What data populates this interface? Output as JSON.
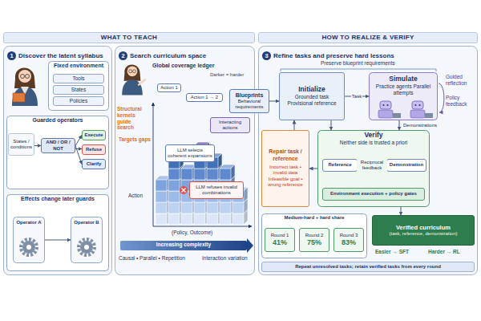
{
  "diagram": {
    "nodes": [
      {
        "text": [
          "WHAT TO TEACH"
        ]
      },
      {
        "text": [
          "HOW TO REALIZE & VERIFY"
        ]
      },
      {
        "text": [
          "1",
          "Discover the latent syllabus"
        ]
      },
      {
        "text": [
          "Fixed environment"
        ],
        "in": 2
      },
      {
        "text": [
          "Tools"
        ],
        "in": 3
      },
      {
        "text": [
          "States"
        ],
        "in": 3
      },
      {
        "text": [
          "Policies"
        ],
        "in": 3
      },
      {
        "text": [
          "Guarded operators"
        ],
        "in": 2
      },
      {
        "text": [
          "States / conditions"
        ],
        "in": 7
      },
      {
        "text": [
          "AND / OR / NOT"
        ],
        "in": 7
      },
      {
        "text": [
          "Execute"
        ],
        "in": 7
      },
      {
        "text": [
          "Refuse"
        ],
        "in": 7
      },
      {
        "text": [
          "Clarify"
        ],
        "in": 7
      },
      {
        "text": [
          "Effects change later guards"
        ],
        "in": 2
      },
      {
        "text": [
          "Operator A"
        ],
        "in": 13
      },
      {
        "text": [
          "Operator B"
        ],
        "in": 13
      },
      {
        "text": [
          "2",
          "Search curriculum space"
        ]
      },
      {
        "text": [
          "Action 1"
        ],
        "in": 16
      },
      {
        "text": [
          "Action 1 → 2"
        ],
        "in": 16
      },
      {
        "text": [
          "Interacting actions"
        ],
        "in": 16
      },
      {
        "text": [
          "LLM selects coherent expansions"
        ],
        "in": 16
      },
      {
        "text": [
          "LLM refuses invalid combinations"
        ],
        "in": 16
      },
      {
        "text": [
          "Increasing complexity"
        ],
        "in": 16
      },
      {
        "text": [
          "Blueprints",
          "Behavioral requirements"
        ]
      },
      {
        "text": [
          "3",
          "Refine tasks and preserve hard lessons"
        ]
      },
      {
        "text": [
          "Initialize",
          "Grounded task",
          "Provisional reference"
        ],
        "in": 24
      },
      {
        "text": [
          "Simulate",
          "Practice agents Parallel attempts"
        ],
        "in": 24
      },
      {
        "text": [
          "Repair task / reference",
          "Incorrect task • invalid data Infeasible goal • wrong reference"
        ],
        "in": 24
      },
      {
        "text": [
          "Verify",
          "Neither side is trusted a priori"
        ],
        "in": 24
      },
      {
        "text": [
          "Reference"
        ],
        "in": 28
      },
      {
        "text": [
          "Demonstration"
        ],
        "in": 28
      },
      {
        "text": [
          "Environment execution + policy gates"
        ],
        "in": 28
      },
      {
        "text": [
          "Medium-hard + hard share"
        ],
        "in": 24
      },
      {
        "text": [
          "Round 1",
          "41%"
        ],
        "in": 32
      },
      {
        "text": [
          "Round 2",
          "75%"
        ],
        "in": 32
      },
      {
        "text": [
          "Round 3",
          "83%"
        ],
        "in": 32
      },
      {
        "text": [
          "Verified curriculum",
          "(task, reference, demonstration)"
        ],
        "in": 24
      },
      {
        "text": [
          "Repeat unresolved tasks; retain verified tasks from every round"
        ],
        "in": 24
      }
    ],
    "edges": [
      {
        "from": 8,
        "to": 9,
        "arrow": "to"
      },
      {
        "from": 9,
        "to": 10,
        "arrow": "to"
      },
      {
        "from": 9,
        "to": 11,
        "arrow": "to"
      },
      {
        "from": 9,
        "to": 12,
        "arrow": "to"
      },
      {
        "from": 14,
        "to": 15,
        "arrow": "to"
      },
      {
        "from": 23,
        "to": 25,
        "arrow": "to"
      },
      {
        "from": 25,
        "to": 26,
        "label": "Task",
        "arrow": "to"
      },
      {
        "from": 26,
        "to": 28,
        "label": "Demonstrations",
        "arrow": "to"
      },
      {
        "from": 25,
        "to": 28,
        "arrow": "to"
      },
      {
        "from": 29,
        "to": 30,
        "label": "Reciprocal feedback",
        "arrow": "both"
      },
      {
        "from": 28,
        "to": 27,
        "arrow": "to"
      },
      {
        "from": 27,
        "to": 25,
        "arrow": "to"
      },
      {
        "from": 28,
        "to": 36,
        "arrow": "to"
      }
    ],
    "labels": [
      "Global coverage ledger",
      "Darker = harder",
      "Structural kernels guide search",
      "Targets gaps",
      "Action",
      "(Policy, Outcome)",
      "Causal • Parallel • Repetition",
      "Interaction variation",
      "Preserve blueprint requirements",
      "Guided reflection",
      "Policy feedback",
      "Easier → SFT",
      "Harder → RL"
    ]
  }
}
